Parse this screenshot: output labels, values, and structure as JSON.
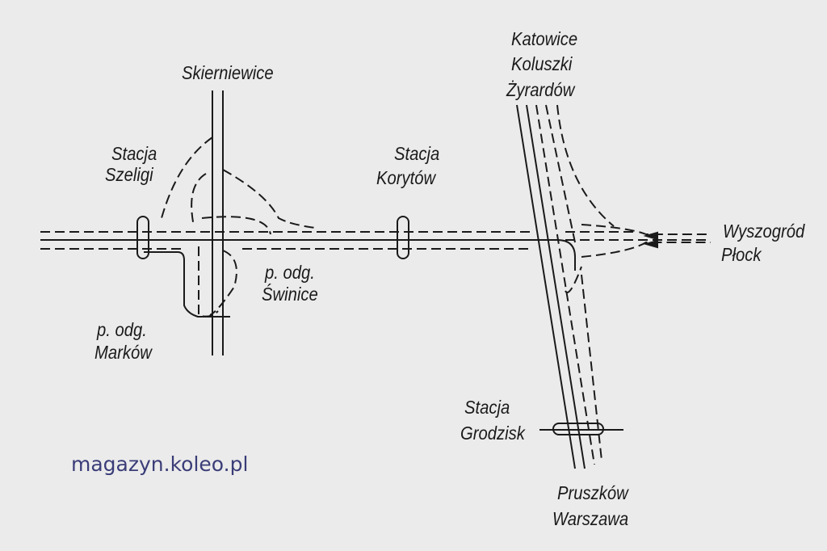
{
  "labels": {
    "skierniewice": "Skierniewice",
    "szeligi": [
      "Stacja",
      "Szeligi"
    ],
    "markow": [
      "p. odg.",
      "Marków"
    ],
    "swinice": [
      "p. odg.",
      "Świnice"
    ],
    "korytow": [
      "Stacja",
      "Korytów"
    ],
    "north": [
      "Katowice",
      "Koluszki",
      "Żyrardów"
    ],
    "east": [
      "Wyszogród",
      "Płock"
    ],
    "grodzisk": [
      "Stacja",
      "Grodzisk"
    ],
    "south": [
      "Pruszków",
      "Warszawa"
    ]
  },
  "watermark": "magazyn.koleo.pl",
  "colors": {
    "background": "#ebebeb",
    "ink": "#1a1a1a",
    "watermark": "#3a3d78"
  }
}
